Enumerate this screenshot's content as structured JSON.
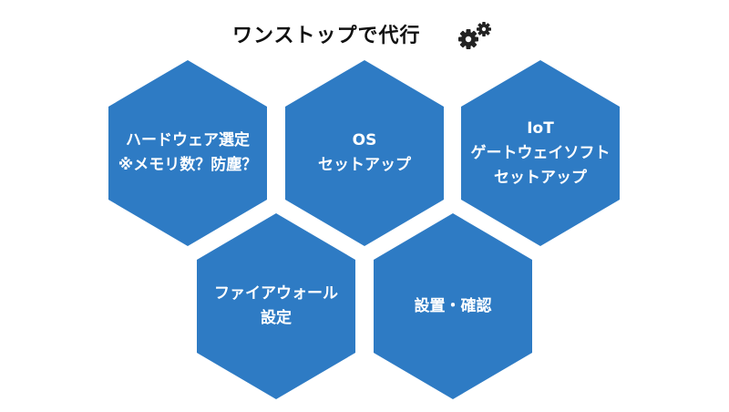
{
  "title": "ワンストップで代行",
  "icon": "gears-icon",
  "colors": {
    "hexagon_fill": "#2e7bc4",
    "hexagon_text": "#ffffff",
    "title_text": "#111111",
    "gear_color": "#222222"
  },
  "hexagons": [
    {
      "lines": [
        "ハードウェア選定",
        "※メモリ数？防塵？"
      ]
    },
    {
      "lines": [
        "OS",
        "セットアップ"
      ]
    },
    {
      "lines": [
        "IoT",
        "ゲートウェイソフト",
        "セットアップ"
      ]
    },
    {
      "lines": [
        "ファイアウォール",
        "設定"
      ]
    },
    {
      "lines": [
        "設置・確認"
      ]
    }
  ]
}
